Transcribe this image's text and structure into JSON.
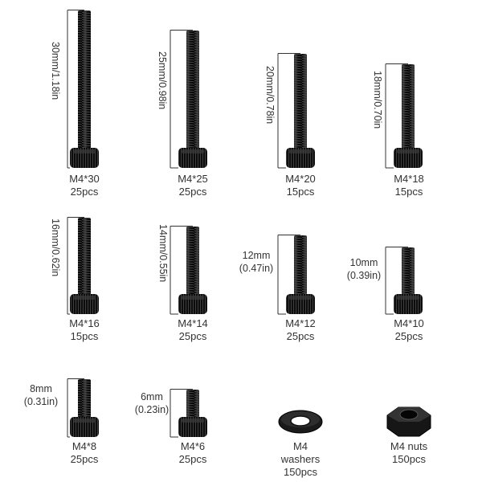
{
  "items": [
    {
      "name": "M4*30",
      "qty": "25pcs",
      "dim_label": "30mm/1.18in"
    },
    {
      "name": "M4*25",
      "qty": "25pcs",
      "dim_label": "25mm/0.98in"
    },
    {
      "name": "M4*20",
      "qty": "15pcs",
      "dim_label": "20mm/0.78in"
    },
    {
      "name": "M4*18",
      "qty": "15pcs",
      "dim_label": "18mm/0.70in"
    },
    {
      "name": "M4*16",
      "qty": "15pcs",
      "dim_label": "16mm/0.62in"
    },
    {
      "name": "M4*14",
      "qty": "25pcs",
      "dim_label": "14mm/0.55in"
    },
    {
      "name": "M4*12",
      "qty": "25pcs",
      "dim_label_1": "12mm",
      "dim_label_2": "(0.47in)"
    },
    {
      "name": "M4*10",
      "qty": "25pcs",
      "dim_label_1": "10mm",
      "dim_label_2": "(0.39in)"
    },
    {
      "name": "M4*8",
      "qty": "25pcs",
      "dim_label_1": "8mm",
      "dim_label_2": "(0.31in)"
    },
    {
      "name": "M4*6",
      "qty": "25pcs",
      "dim_label_1": "6mm",
      "dim_label_2": "(0.23in)"
    },
    {
      "name_1": "M4",
      "name_2": "washers",
      "qty": "150pcs"
    },
    {
      "name": "M4 nuts",
      "qty": "150pcs"
    }
  ],
  "colors": {
    "metal": "#151515",
    "metal_highlight": "#4a4a4a",
    "line": "#333333"
  },
  "icons": [
    "hex-socket-screw-icon",
    "washer-icon",
    "hex-nut-icon"
  ]
}
